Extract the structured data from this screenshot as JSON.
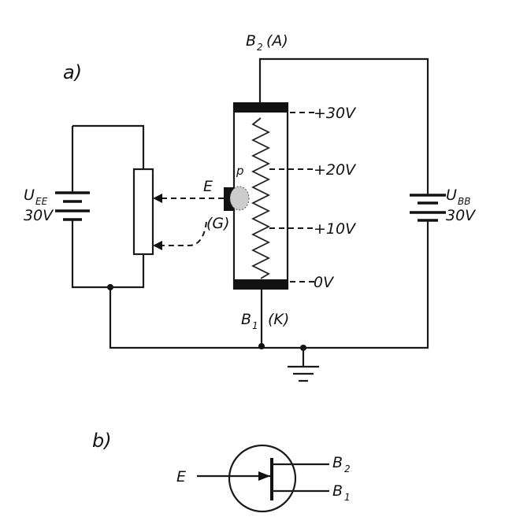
{
  "part_a": {
    "label": "a)",
    "b2": {
      "main": "B",
      "sub": "2",
      "suffix": "(A)"
    },
    "b1": {
      "main": "B",
      "sub": "1",
      "suffix": "(K)"
    },
    "uee": {
      "main": "U",
      "sub": "EE",
      "value": "30V"
    },
    "ubb": {
      "main": "U",
      "sub": "BB",
      "value": "30V"
    },
    "emitter": "E",
    "gate": "(G)",
    "p_region": "p",
    "voltages": [
      "+30V",
      "+20V",
      "+10V",
      "0V"
    ]
  },
  "part_b": {
    "label": "b)",
    "emitter": "E",
    "b2": {
      "main": "B",
      "sub": "2"
    },
    "b1": {
      "main": "B",
      "sub": "1"
    }
  }
}
